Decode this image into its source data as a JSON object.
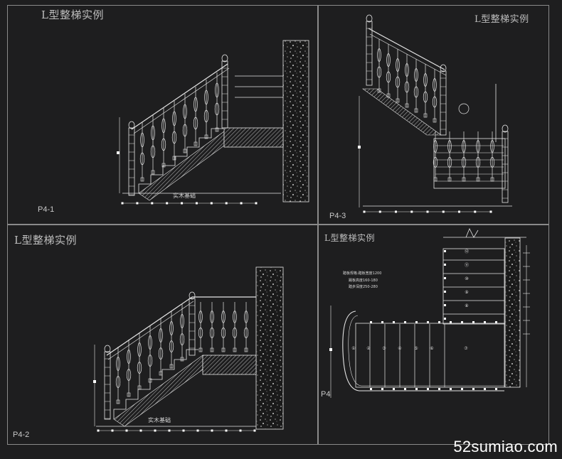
{
  "drawing": {
    "panels": [
      {
        "title": "L型整梯实例",
        "code": "P4-1",
        "stair_label": "实木基础"
      },
      {
        "title": "L型整梯实例",
        "code": "P4-3",
        "stair_label": ""
      },
      {
        "title": "L型整梯实例",
        "code": "P4-2",
        "stair_label": "实木基础"
      },
      {
        "title": "L型整梯实例",
        "code": "P4",
        "stair_label": ""
      }
    ],
    "plan_step_numbers": [
      "①",
      "②",
      "③",
      "④",
      "⑤",
      "⑥",
      "⑦"
    ],
    "plan_upper_step_numbers": [
      "⑫",
      "⑪",
      "⑩",
      "⑨",
      "⑧"
    ],
    "plan_notes": [
      "踏板规格:踏板宽度1200",
      "踢板高度160-180",
      "踏步深度250-280"
    ]
  },
  "watermark": "52sumiao.com",
  "colors": {
    "background": "#1e1e1f",
    "line": "#e6e6e6",
    "frame": "#8a8a8a",
    "text": "#bdbdbd"
  }
}
